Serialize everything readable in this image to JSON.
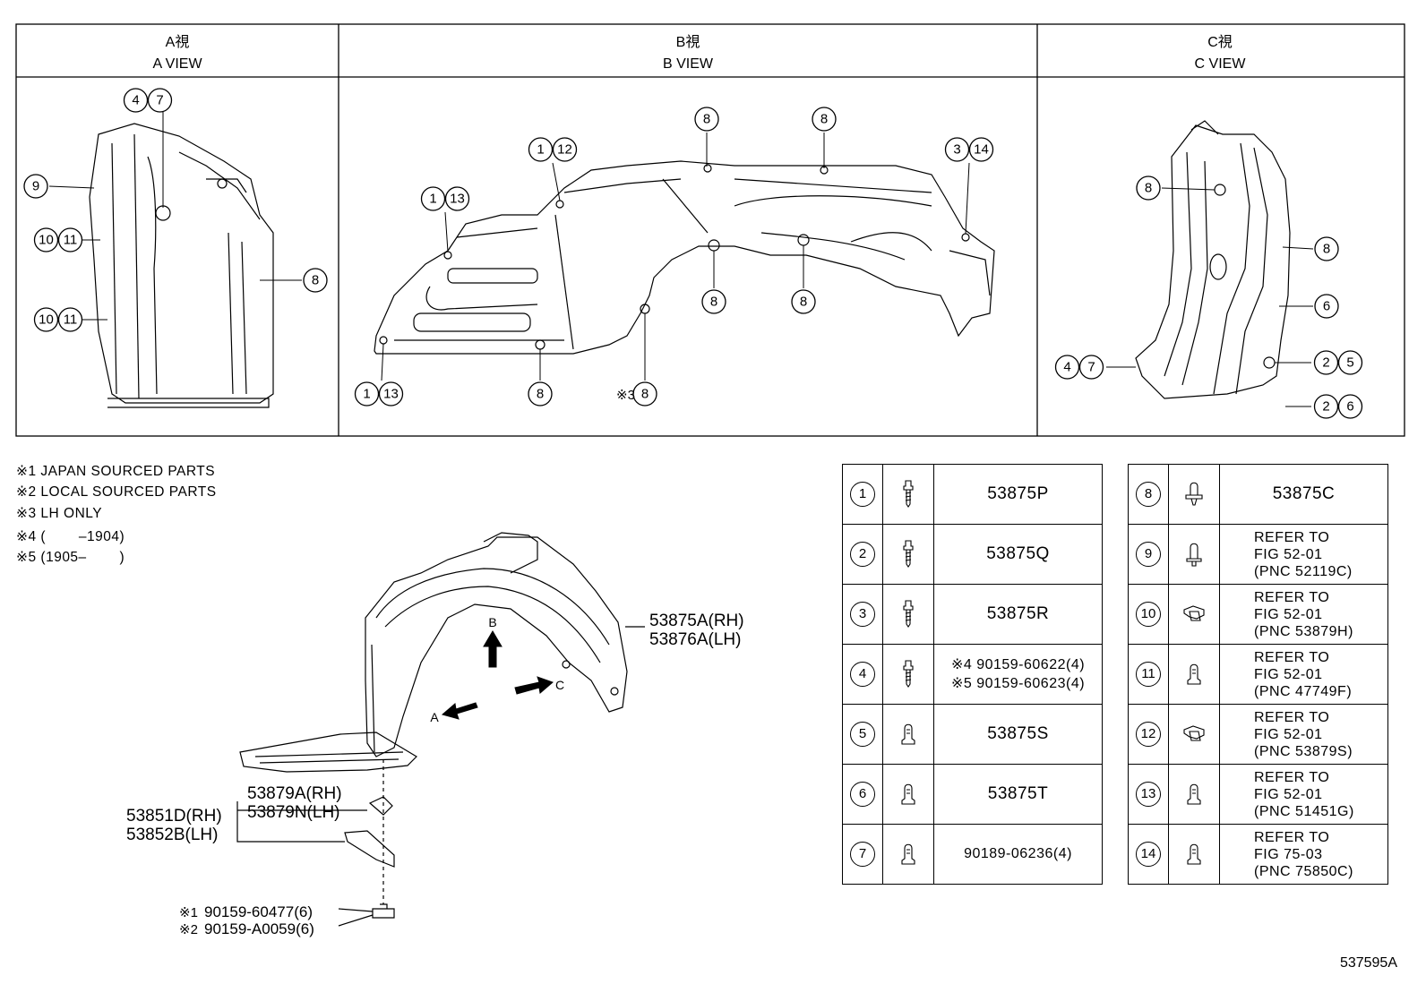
{
  "views": {
    "a": {
      "jp": "A視",
      "en": "A VIEW"
    },
    "b": {
      "jp": "B視",
      "en": "B VIEW"
    },
    "c": {
      "jp": "C視",
      "en": "C VIEW"
    }
  },
  "callouts": {
    "a": [
      [
        "4",
        "7"
      ],
      [
        "9"
      ],
      [
        "10",
        "11"
      ],
      [
        "10",
        "11"
      ],
      [
        "8"
      ]
    ],
    "b": [
      [
        "8"
      ],
      [
        "8"
      ],
      [
        "1",
        "12"
      ],
      [
        "3",
        "14"
      ],
      [
        "1",
        "13"
      ],
      [
        "8"
      ],
      [
        "8"
      ],
      [
        "1",
        "13"
      ],
      [
        "8"
      ],
      [
        "8"
      ]
    ],
    "b_lh_only_mark": "※3",
    "c": [
      [
        "8"
      ],
      [
        "8"
      ],
      [
        "6"
      ],
      [
        "4",
        "7"
      ],
      [
        "2",
        "5"
      ],
      [
        "2",
        "6"
      ]
    ]
  },
  "notes": [
    "※1 JAPAN SOURCED PARTS",
    "※2 LOCAL SOURCED PARTS",
    "※3 LH ONLY",
    "※4 (　　 –1904)",
    "※5 (1905–　　 )"
  ],
  "main_labels": {
    "liner_rh": "53875A(RH)",
    "liner_lh": "53876A(LH)",
    "arrow_a": "A",
    "arrow_b": "B",
    "arrow_c": "C",
    "nut_rh": "53879A(RH)",
    "nut_lh": "53879N(LH)",
    "bracket_rh": "53851D(RH)",
    "bracket_lh": "53852B(LH)",
    "bolt_1_mark": "※1",
    "bolt_1": "90159-60477(6)",
    "bolt_2_mark": "※2",
    "bolt_2": "90159-A0059(6)"
  },
  "legend_left": [
    {
      "num": "1",
      "icon": "screw-icon",
      "pn": "53875P"
    },
    {
      "num": "2",
      "icon": "screw-icon",
      "pn": "53875Q"
    },
    {
      "num": "3",
      "icon": "screw-icon",
      "pn": "53875R"
    },
    {
      "num": "4",
      "icon": "screw-icon",
      "pn_line1": "※4 90159-60622(4)",
      "pn_line2": "※5 90159-60623(4)"
    },
    {
      "num": "5",
      "icon": "clip-icon",
      "pn": "53875S"
    },
    {
      "num": "6",
      "icon": "clip-icon",
      "pn": "53875T"
    },
    {
      "num": "7",
      "icon": "clip-icon",
      "pn": "90189-06236(4)"
    }
  ],
  "legend_right": [
    {
      "num": "8",
      "icon": "push-rivet-icon",
      "pn": "53875C"
    },
    {
      "num": "9",
      "icon": "push-clip-icon",
      "ref": "REFER TO\nFIG 52-01\n(PNC 52119C)"
    },
    {
      "num": "10",
      "icon": "wing-clip-icon",
      "ref": "REFER TO\nFIG 52-01\n(PNC 53879H)"
    },
    {
      "num": "11",
      "icon": "clip-icon",
      "ref": "REFER TO\nFIG 52-01\n(PNC 47749F)"
    },
    {
      "num": "12",
      "icon": "wing-clip-icon",
      "ref": "REFER TO\nFIG 52-01\n(PNC 53879S)"
    },
    {
      "num": "13",
      "icon": "clip-icon",
      "ref": "REFER TO\nFIG 52-01\n(PNC 51451G)"
    },
    {
      "num": "14",
      "icon": "clip-icon",
      "ref": "REFER TO\nFIG 75-03\n(PNC 75850C)"
    }
  ],
  "footer_code": "537595A"
}
